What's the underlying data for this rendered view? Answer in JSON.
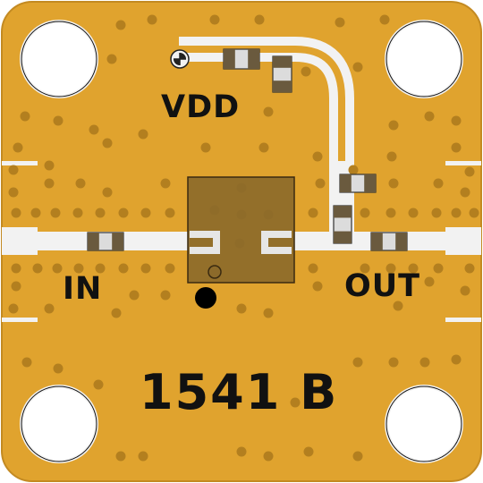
{
  "labels": {
    "vdd": "VDD",
    "input": "IN",
    "output": "OUT",
    "part_number": "1541 B"
  },
  "colors": {
    "board": "#E0A32E",
    "trace": "#F2F2F2",
    "via": "#B37F1F",
    "mounting_hole": "#FFFFFF",
    "chip": "#8C6A2A",
    "component_end": "#6A5A3E",
    "component_body": "#DCDCDC",
    "silkscreen": "#111111"
  },
  "icons": {
    "bias_pad": "circle-cross-icon",
    "pin1_marker": "filled-dot-icon"
  }
}
